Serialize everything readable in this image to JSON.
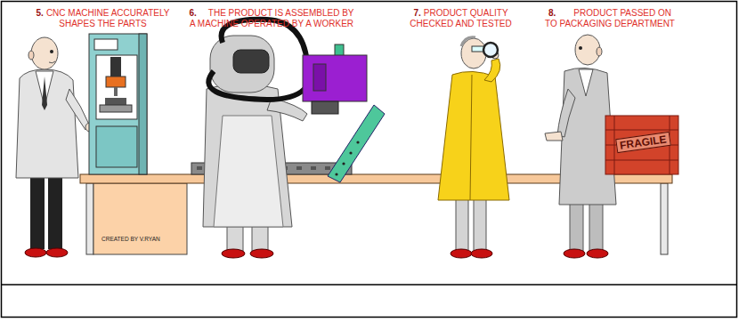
{
  "diagram": {
    "labels": [
      "5.",
      "CNC MACHINE ACCURATELY SHAPES THE PARTS",
      "6.",
      "THE PRODUCT IS ASSEMBLED BY A MACHINE OPERATED BY A WORKER",
      "7.",
      "PRODUCT QUALITY CHECKED AND TESTED",
      "8.",
      "PRODUCT PASSED ON TO PACKAGING DEPARTMENT",
      "CREATED BY V.RYAN",
      "FRAGILE"
    ]
  }
}
